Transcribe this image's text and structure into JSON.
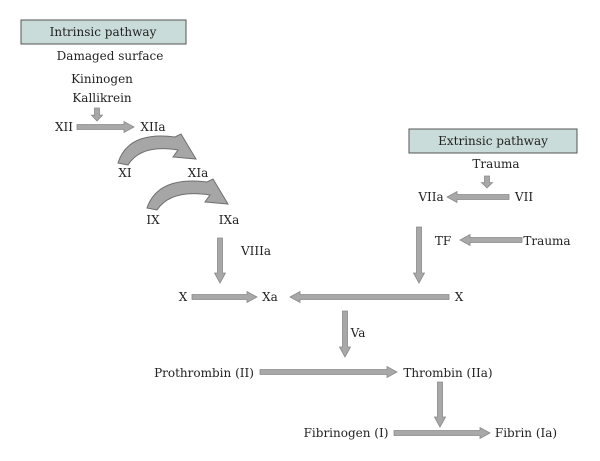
{
  "intrinsic": {
    "title": "Intrinsic pathway",
    "damaged_surface": "Damaged surface",
    "kininogen": "Kininogen",
    "kallikrein": "Kallikrein",
    "xii": "XII",
    "xiia": "XIIa",
    "xi": "XI",
    "xia": "XIa",
    "ix": "IX",
    "ixa": "IXa",
    "viiia": "VIIIa"
  },
  "extrinsic": {
    "title": "Extrinsic pathway",
    "trauma_top": "Trauma",
    "viia": "VIIa",
    "vii": "VII",
    "tf": "TF",
    "trauma_right": "Trauma"
  },
  "common": {
    "x_left": "X",
    "xa": "Xa",
    "x_right": "X",
    "va": "Va",
    "prothrombin": "Prothrombin (II)",
    "thrombin": "Thrombin (IIa)",
    "fibrinogen": "Fibrinogen (I)",
    "fibrin": "Fibrin (Ia)"
  }
}
